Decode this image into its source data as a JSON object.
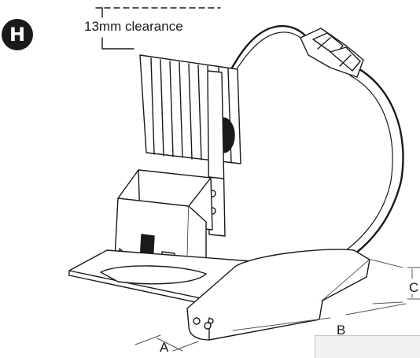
{
  "step_badge": {
    "letter": "H"
  },
  "clearance": {
    "label": "13mm clearance"
  },
  "dimensions": {
    "a": "A",
    "b": "B",
    "c": "C"
  },
  "colors": {
    "ink": "#1a1a1a",
    "dim_line": "#555555",
    "panel": "#f1f1f1"
  }
}
